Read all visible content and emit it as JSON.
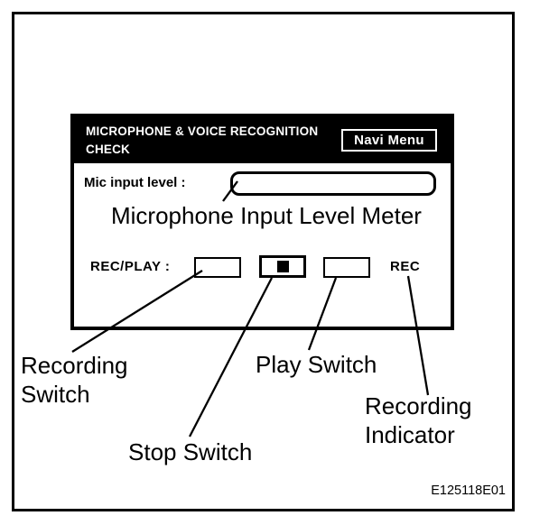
{
  "diagram": {
    "panel": {
      "title": "MICROPHONE & VOICE RECOGNITION CHECK",
      "navi_menu_label": "Navi Menu",
      "mic_input_label": "Mic input level :",
      "rec_play_label": "REC/PLAY :",
      "rec_indicator_label": "REC",
      "stop_icon_glyph": "■"
    },
    "annotations": {
      "meter_caption": "Microphone Input Level Meter",
      "recording_switch": "Recording\nSwitch",
      "play_switch": "Play Switch",
      "stop_switch": "Stop Switch",
      "recording_indicator": "Recording\nIndicator"
    },
    "figure_code": "E125118E01",
    "colors": {
      "ink": "#000000",
      "paper": "#ffffff"
    }
  }
}
